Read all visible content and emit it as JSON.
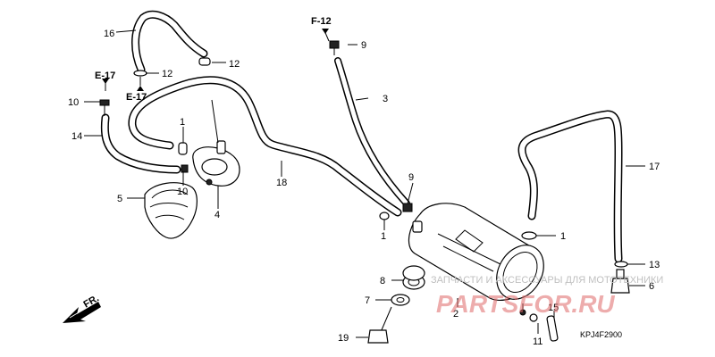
{
  "diagram": {
    "callouts": {
      "c1a": "1",
      "c1b": "1",
      "c1c": "1",
      "c2": "2",
      "c3": "3",
      "c4": "4",
      "c5": "5",
      "c6": "6",
      "c7": "7",
      "c8": "8",
      "c9a": "9",
      "c9b": "9",
      "c10a": "10",
      "c10b": "10",
      "c11": "11",
      "c12a": "12",
      "c12b": "12",
      "c13": "13",
      "c14": "14",
      "c15": "15",
      "c16": "16",
      "c17": "17",
      "c18": "18",
      "c19": "19"
    },
    "refs": {
      "e17_top": "E-17",
      "e17_bottom": "E-17",
      "f12": "F-12"
    },
    "direction": "FR.",
    "part_code": "KPJ4F2900",
    "watermark": {
      "line1": "ЗАПЧАСТИ И АКСЕССУАРЫ ДЛЯ МОТОТЕХНИКИ",
      "line2": "PARTSFOR.RU"
    }
  }
}
